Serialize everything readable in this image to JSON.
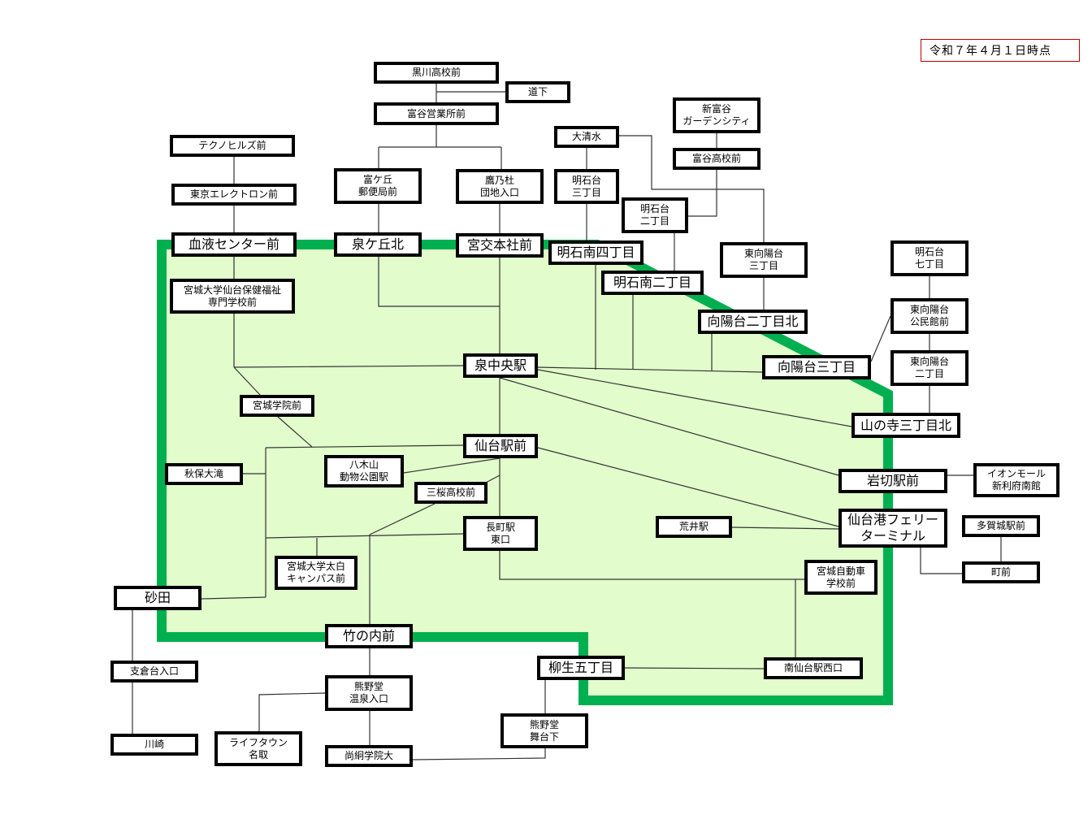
{
  "date_label": "令和７年４月１日時点",
  "colors": {
    "area_fill": "#e2fccc",
    "area_border": "#00b050",
    "line": "#333333",
    "date_border": "#c00000"
  },
  "stations": [
    {
      "name": "黒川高校前"
    },
    {
      "name": "道下"
    },
    {
      "name": "富谷営業所前"
    },
    {
      "name": "テクノヒルズ前"
    },
    {
      "name": "東京エレクトロン前"
    },
    {
      "name": "富ケ丘\n郵便局前"
    },
    {
      "name": "鷹乃杜\n団地入口"
    },
    {
      "name": "大清水"
    },
    {
      "name": "明石台\n三丁目"
    },
    {
      "name": "新富谷\nガーデンシティ"
    },
    {
      "name": "富谷高校前"
    },
    {
      "name": "明石台\n二丁目"
    },
    {
      "name": "血液センター前"
    },
    {
      "name": "泉ケ丘北"
    },
    {
      "name": "宮交本社前"
    },
    {
      "name": "明石南四丁目"
    },
    {
      "name": "明石南二丁目"
    },
    {
      "name": "東向陽台\n三丁目"
    },
    {
      "name": "明石台\n七丁目"
    },
    {
      "name": "宮城大学仙台保健福祉\n専門学校前"
    },
    {
      "name": "向陽台二丁目北"
    },
    {
      "name": "東向陽台\n公民館前"
    },
    {
      "name": "泉中央駅"
    },
    {
      "name": "向陽台三丁目"
    },
    {
      "name": "東向陽台\n二丁目"
    },
    {
      "name": "宮城学院前"
    },
    {
      "name": "山の寺三丁目北"
    },
    {
      "name": "仙台駅前"
    },
    {
      "name": "秋保大滝"
    },
    {
      "name": "八木山\n動物公園駅"
    },
    {
      "name": "三桜高校前"
    },
    {
      "name": "岩切駅前"
    },
    {
      "name": "イオンモール\n新利府南館"
    },
    {
      "name": "荒井駅"
    },
    {
      "name": "長町駅\n東口"
    },
    {
      "name": "仙台港フェリー\nターミナル"
    },
    {
      "name": "多賀城駅前"
    },
    {
      "name": "宮城大学太白\nキャンパス前"
    },
    {
      "name": "宮城自動車\n学校前"
    },
    {
      "name": "町前"
    },
    {
      "name": "砂田"
    },
    {
      "name": "竹の内前"
    },
    {
      "name": "柳生五丁目"
    },
    {
      "name": "南仙台駅西口"
    },
    {
      "name": "支倉台入口"
    },
    {
      "name": "熊野堂\n温泉入口"
    },
    {
      "name": "熊野堂\n舞台下"
    },
    {
      "name": "川崎"
    },
    {
      "name": "ライフタウン\n名取"
    },
    {
      "name": "尚絅学院大"
    }
  ]
}
